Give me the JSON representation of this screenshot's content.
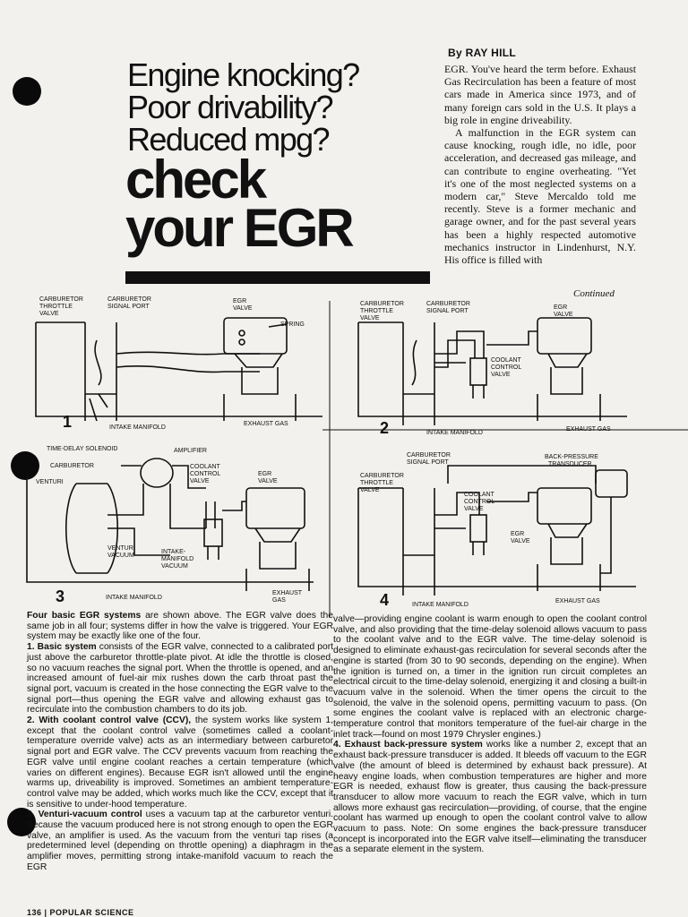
{
  "byline": "By RAY HILL",
  "headline": {
    "lines": [
      "Engine knocking?",
      "Poor drivability?",
      "Reduced mpg?"
    ],
    "big": [
      "check",
      "your EGR"
    ]
  },
  "intro": {
    "p1": "EGR. You've heard the term before. Exhaust Gas Recirculation has been a feature of most cars made in America since 1973, and of many foreign cars sold in the U.S. It plays a big role in engine driveability.",
    "p2": "A malfunction in the EGR system can cause knocking, rough idle, no idle, poor acceleration, and decreased gas mileage, and can contribute to engine overheating. \"Yet it's one of the most neglected systems on a modern car,\" Steve Mercaldo told me recently. Steve is a former mechanic and garage owner, and for the past several years has been a highly respected automotive mechanics instructor in Lindenhurst, N.Y. His office is filled with",
    "continued": "Continued"
  },
  "diagrams": {
    "d1": {
      "num": "1",
      "carb_throttle": [
        "CARBURETOR",
        "THROTTLE",
        "VALVE"
      ],
      "carb_signal": [
        "CARBURETOR",
        "SIGNAL PORT"
      ],
      "egr": [
        "EGR",
        "VALVE"
      ],
      "spring": "SPRING",
      "intake": "INTAKE MANIFOLD",
      "exhaust": "EXHAUST GAS"
    },
    "d2": {
      "num": "2",
      "carb_throttle": [
        "CARBURETOR",
        "THROTTLE",
        "VALVE"
      ],
      "carb_signal": [
        "CARBURETOR",
        "SIGNAL PORT"
      ],
      "egr": [
        "EGR",
        "VALVE"
      ],
      "ccv": [
        "COOLANT",
        "CONTROL",
        "VALVE"
      ],
      "intake": "INTAKE MANIFOLD",
      "exhaust": "EXHAUST GAS"
    },
    "d3": {
      "num": "3",
      "tds": "TIME-DELAY SOLENOID",
      "amp": "AMPLIFIER",
      "carb": "CARBURETOR",
      "venturi": "VENTURI",
      "ccv": [
        "COOLANT",
        "CONTROL",
        "VALVE"
      ],
      "egr": [
        "EGR",
        "VALVE"
      ],
      "vvac": [
        "VENTURI",
        "VACUUM"
      ],
      "imvac": [
        "INTAKE-",
        "MANIFOLD",
        "VACUUM"
      ],
      "intake": "INTAKE MANIFOLD",
      "exhaust": [
        "EXHAUST",
        "GAS"
      ]
    },
    "d4": {
      "num": "4",
      "carb_signal": [
        "CARBURETOR",
        "SIGNAL PORT"
      ],
      "bpt": [
        "BACK-PRESSURE",
        "TRANSDUCER"
      ],
      "carb_throttle": [
        "CARBURETOR",
        "THROTTLE",
        "VALVE"
      ],
      "ccv": [
        "COOLANT",
        "CONTROL",
        "VALVE"
      ],
      "egr": [
        "EGR",
        "VALVE"
      ],
      "intake": "INTAKE MANIFOLD",
      "exhaust": "EXHAUST GAS"
    }
  },
  "body": {
    "caption_lead": "Four basic EGR systems",
    "caption_text": " are shown above. The EGR valve does the same job in all four; systems differ in how the valve is triggered. Your EGR system may be exactly like one of the four.",
    "s1_head": "1. Basic system",
    "s1_text": " consists of the EGR valve, connected to a calibrated port just above the carburetor throttle-plate pivot. At idle the throttle is closed, so no vacuum reaches the signal port. When the throttle is opened, and an increased amount of fuel-air mix rushes down the carb throat past the signal port, vacuum is created in the hose connecting the EGR valve to the signal port—thus opening the EGR valve and allowing exhaust gas to recirculate into the combustion chambers to do its job.",
    "s2_head": "2. With coolant control valve (CCV),",
    "s2_text": " the system works like system 1, except that the coolant control valve (sometimes called a coolant-temperature override valve) acts as an intermediary between carburetor signal port and EGR valve. The CCV prevents vacuum from reaching the EGR valve until engine coolant reaches a certain temperature (which varies on different engines). Because EGR isn't allowed until the engine warms up, driveability is improved. Sometimes an ambient temperature-control valve may be added, which works much like the CCV, except that it is sensitive to under-hood temperature.",
    "s3_head": "3. Venturi-vacuum control",
    "s3_text": " uses a vacuum tap at the carburetor venturi. Because the vacuum produced here is not strong enough to open the EGR valve, an amplifier is used. As the vacuum from the venturi tap rises (a predetermined level (depending on throttle opening) a diaphragm in the amplifier moves, permitting strong intake-manifold vacuum to reach the EGR",
    "r1_text": "valve—providing engine coolant is warm enough to open the coolant control valve, and also providing that the time-delay solenoid allows vacuum to pass to the coolant valve and to the EGR valve. The time-delay solenoid is designed to eliminate exhaust-gas recirculation for several seconds after the engine is started (from 30 to 90 seconds, depending on the engine). When the ignition is turned on, a timer in the ignition run circuit completes an electrical circuit to the time-delay solenoid, energizing it and closing a built-in vacuum valve in the solenoid. When the timer opens the circuit to the solenoid, the valve in the solenoid opens, permitting vacuum to pass. (On some engines the coolant valve is replaced with an electronic charge-temperature control that monitors temperature of the fuel-air charge in the inlet track—found on most 1979 Chrysler engines.)",
    "s4_head": "4. Exhaust back-pressure system",
    "s4_text": " works like a number 2, except that an exhaust back-pressure transducer is added. It bleeds off vacuum to the EGR valve (the amount of bleed is determined by exhaust back pressure). At heavy engine loads, when combustion temperatures are higher and more EGR is needed, exhaust flow is greater, thus causing the back-pressure transducer to allow more vacuum to reach the EGR valve, which in turn allows more exhaust gas recirculation—providing, of course, that the engine coolant has warmed up enough to open the coolant control valve to allow vacuum to pass. Note: On some engines the back-pressure transducer concept is incorporated into the EGR valve itself—eliminating the transducer as a separate element in the system."
  },
  "footer": "136 | POPULAR SCIENCE"
}
